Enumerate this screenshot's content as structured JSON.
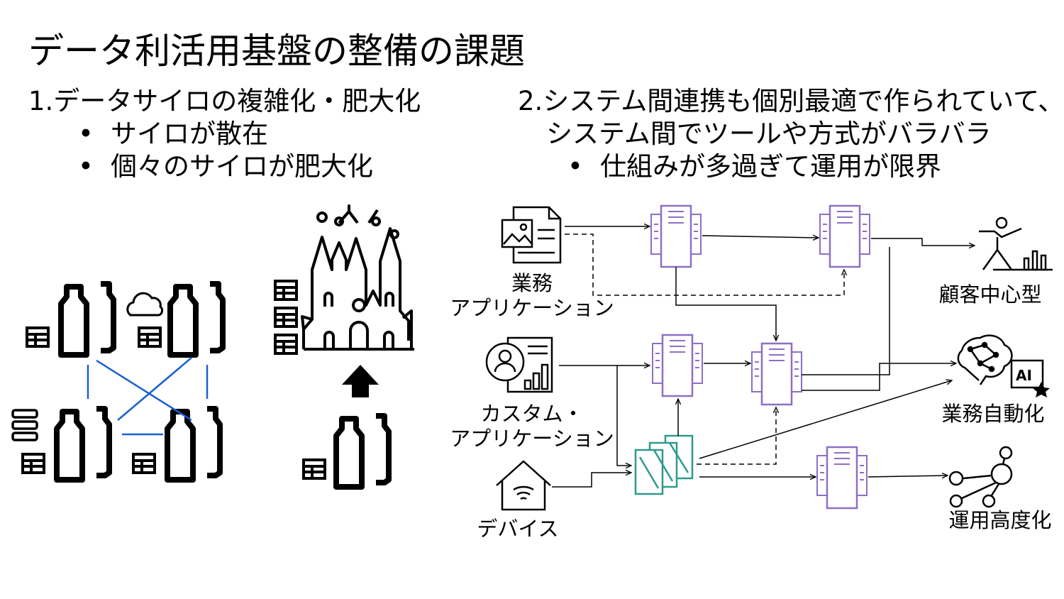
{
  "title": "データ利活用基盤の整備の課題",
  "section1": {
    "heading": "1.データサイロの複雑化・肥大化",
    "bullets": [
      "サイロが散在",
      "個々のサイロが肥大化"
    ]
  },
  "section2": {
    "heading_line1": "2.システム間連携も個別最適で作られていて、",
    "heading_line2": "システム間でツールや方式がバラバラ",
    "bullets": [
      "仕組みが多過ぎて運用が限界"
    ]
  },
  "bullet_symbol": "•",
  "sources": [
    {
      "id": "business-app",
      "label_lines": [
        "業務",
        "アプリケーション"
      ],
      "icon": "document-image-icon"
    },
    {
      "id": "custom-app",
      "label_lines": [
        "カスタム・",
        "アプリケーション"
      ],
      "icon": "user-report-icon"
    },
    {
      "id": "device",
      "label_lines": [
        "デバイス"
      ],
      "icon": "home-wifi-icon"
    }
  ],
  "targets": [
    {
      "id": "customer-centric",
      "label": "顧客中心型",
      "icon": "yoga-chart-icon"
    },
    {
      "id": "business-automation",
      "label": "業務自動化",
      "icon": "ai-brain-icon"
    },
    {
      "id": "ops-advancement",
      "label": "運用高度化",
      "icon": "network-hub-icon"
    }
  ],
  "ai_badge": "AI",
  "colors": {
    "server": "#8e6fc5",
    "stream": "#2e9a8e",
    "link": "#1a5fd1",
    "ink": "#000000"
  }
}
